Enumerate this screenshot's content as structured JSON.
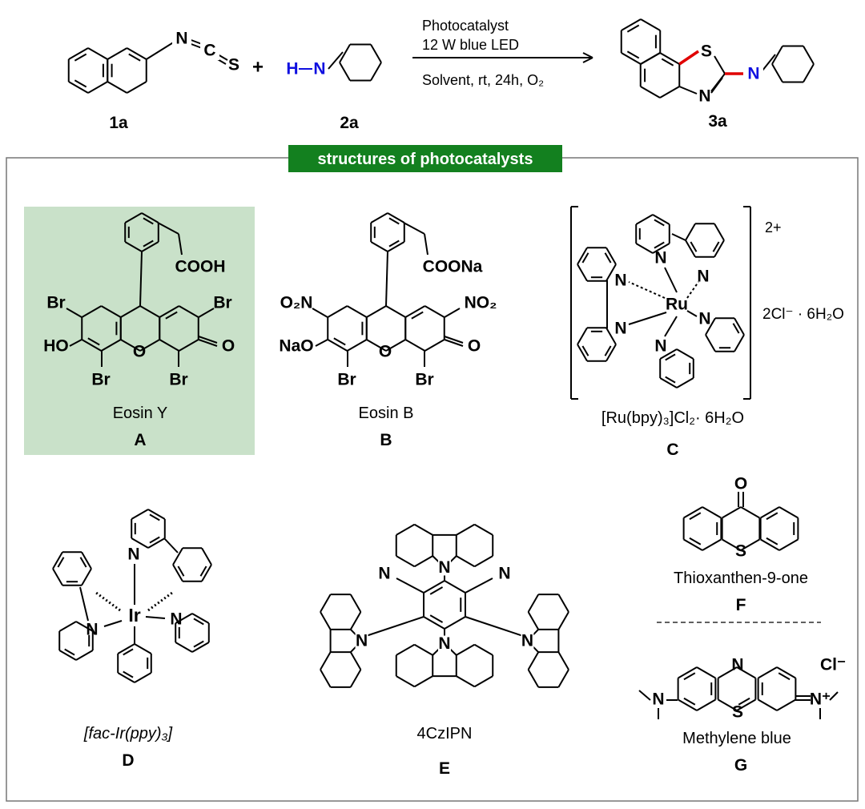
{
  "reaction": {
    "reactant1": {
      "label": "1a",
      "atoms": [
        "N",
        "C",
        "S"
      ]
    },
    "plus": "+",
    "reactant2": {
      "label": "2a",
      "atoms": [
        "H",
        "N"
      ]
    },
    "conditions": [
      "Photocatalyst",
      "12 W blue LED",
      "Solvent, rt, 24h, O₂"
    ],
    "product": {
      "label": "3a",
      "atoms": [
        "S",
        "N",
        "N"
      ]
    },
    "colors": {
      "amine": "#1010e0",
      "new_bond": "#e00000"
    }
  },
  "panel": {
    "title": "structures of photocatalysts",
    "title_bg": "#13801f",
    "highlight_bg": "#c9e1c9"
  },
  "catalysts": {
    "A": {
      "name": "Eosin Y",
      "letter": "A",
      "atoms": [
        "COOH",
        "Br",
        "Br",
        "HO",
        "O",
        "O",
        "Br",
        "Br"
      ]
    },
    "B": {
      "name": "Eosin B",
      "letter": "B",
      "atoms": [
        "COONa",
        "O₂N",
        "NO₂",
        "NaO",
        "O",
        "O",
        "Br",
        "Br"
      ]
    },
    "C": {
      "name": "[Ru(bpy)₃]Cl₂· 6H₂O",
      "letter": "C",
      "atoms": [
        "Ru",
        "N",
        "N",
        "N",
        "N",
        "N",
        "N"
      ],
      "charge": "2+",
      "counterion": "2Cl⁻ · 6H₂O"
    },
    "D": {
      "name": "[fac-Ir(ppy)₃]",
      "letter": "D",
      "atoms": [
        "Ir",
        "N",
        "N",
        "N"
      ]
    },
    "E": {
      "name": "4CzIPN",
      "letter": "E",
      "atoms": [
        "N",
        "N",
        "N",
        "N",
        "N",
        "N"
      ]
    },
    "F": {
      "name": "Thioxanthen-9-one",
      "letter": "F",
      "atoms": [
        "O",
        "S"
      ]
    },
    "G": {
      "name": "Methylene blue",
      "letter": "G",
      "atoms": [
        "N",
        "S",
        "N",
        "N⁺",
        "Cl⁻"
      ]
    }
  }
}
